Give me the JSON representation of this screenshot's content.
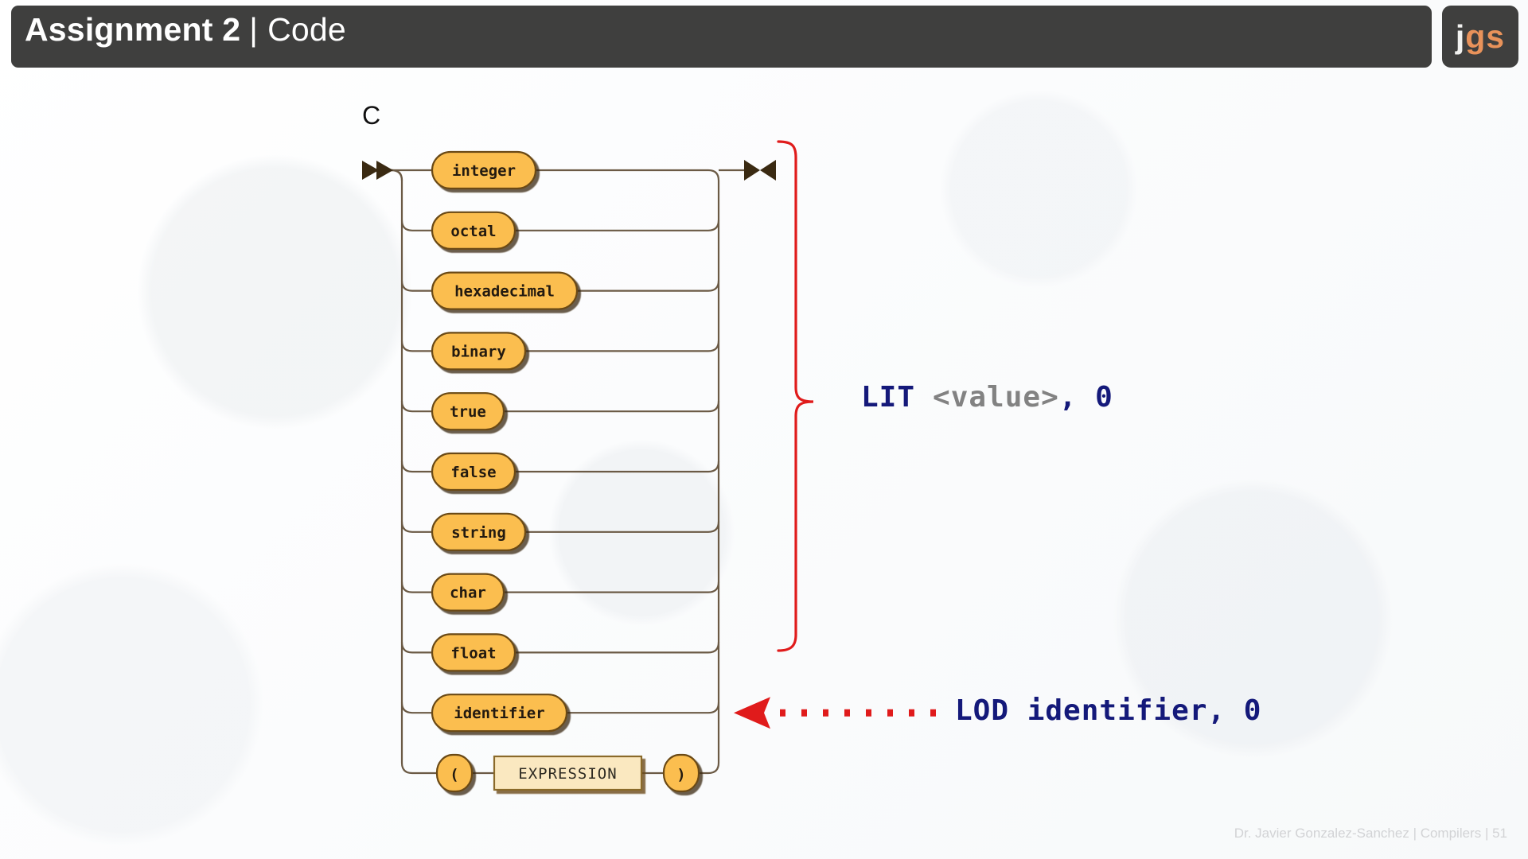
{
  "header": {
    "title_bold": "Assignment 2",
    "separator": "|",
    "title_light": "Code",
    "logo_first": "j",
    "logo_rest": "gs",
    "bar_color": "#3f3f3e",
    "logo_accent": "#e8925a"
  },
  "diagram": {
    "name": "C",
    "type": "railroad",
    "start_marker": "double-triangle",
    "end_marker": "bowtie",
    "terminal_fill": "#fbbe4f",
    "terminal_stroke": "#6b4a12",
    "nonterminal_fill": "#fae8c0",
    "nonterminal_stroke": "#8a6a2c",
    "rail_color": "#6b5a45",
    "alternatives": [
      {
        "label": "integer",
        "kind": "terminal"
      },
      {
        "label": "octal",
        "kind": "terminal"
      },
      {
        "label": "hexadecimal",
        "kind": "terminal"
      },
      {
        "label": "binary",
        "kind": "terminal"
      },
      {
        "label": "true",
        "kind": "terminal"
      },
      {
        "label": "false",
        "kind": "terminal"
      },
      {
        "label": "string",
        "kind": "terminal"
      },
      {
        "label": "char",
        "kind": "terminal"
      },
      {
        "label": "float",
        "kind": "terminal"
      },
      {
        "label": "identifier",
        "kind": "terminal"
      }
    ],
    "group_row": {
      "open_paren": "(",
      "nonterminal": "EXPRESSION",
      "close_paren": ")"
    }
  },
  "annotations": {
    "brace_color": "#e01b1b",
    "arrow_color": "#e01b1b",
    "lit": {
      "op": "LIT",
      "operand": "<value>",
      "tail": ", 0"
    },
    "lod": {
      "text": "LOD identifier, 0"
    }
  },
  "footer": {
    "text": "Dr. Javier Gonzalez-Sanchez | Compilers | 51"
  }
}
